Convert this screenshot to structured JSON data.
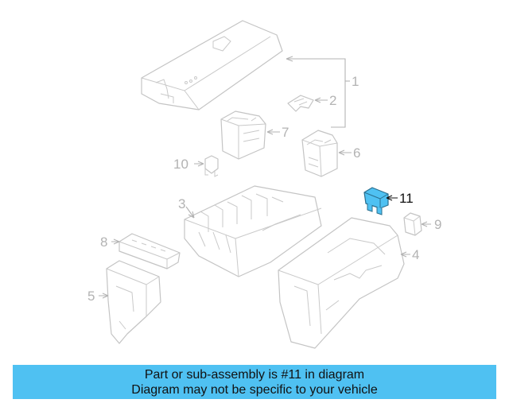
{
  "diagram": {
    "callouts": [
      {
        "id": "1",
        "label": "1"
      },
      {
        "id": "2",
        "label": "2"
      },
      {
        "id": "3",
        "label": "3"
      },
      {
        "id": "4",
        "label": "4"
      },
      {
        "id": "5",
        "label": "5"
      },
      {
        "id": "6",
        "label": "6"
      },
      {
        "id": "7",
        "label": "7"
      },
      {
        "id": "8",
        "label": "8"
      },
      {
        "id": "9",
        "label": "9"
      },
      {
        "id": "10",
        "label": "10"
      },
      {
        "id": "11",
        "label": "11"
      }
    ],
    "highlighted_part": "11",
    "colors": {
      "highlight": "#4fc1f2",
      "inactive_line": "#c4c4c4",
      "banner": "#4fc1f2"
    }
  },
  "banner": {
    "line1": "Part or sub-assembly is #11 in diagram",
    "line2": "Diagram may not be specific to your vehicle"
  }
}
